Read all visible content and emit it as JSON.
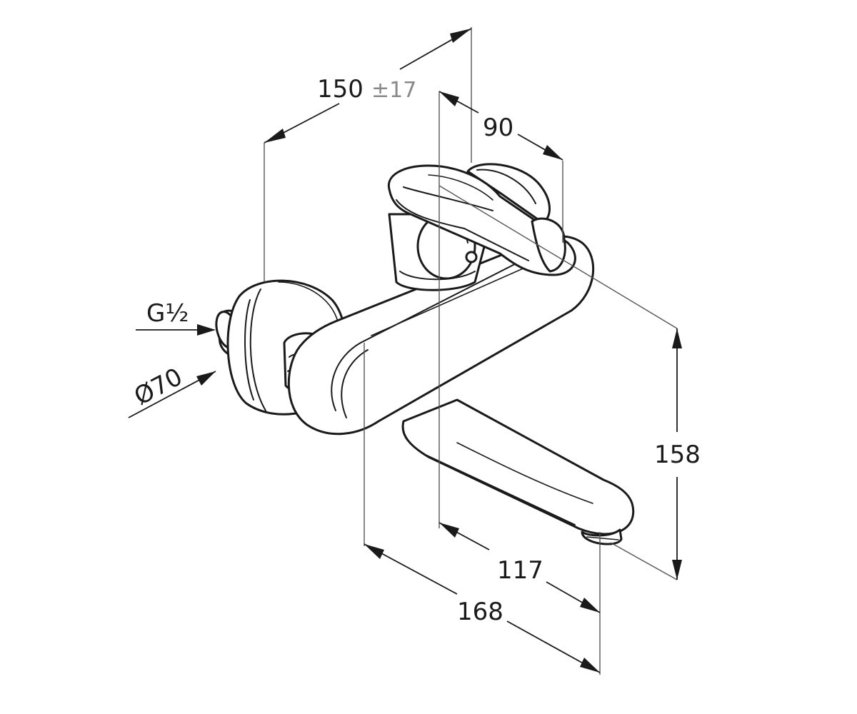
{
  "dimensions": {
    "width_total": "150",
    "width_tolerance": "±17",
    "lever_width": "90",
    "height": "158",
    "spout_reach": "117",
    "total_reach": "168",
    "thread": "G½",
    "rosette_diameter": "Ø70"
  },
  "colors": {
    "line": "#1a1a1a",
    "extension": "#555555",
    "tolerance": "#888888",
    "background": "#ffffff"
  }
}
